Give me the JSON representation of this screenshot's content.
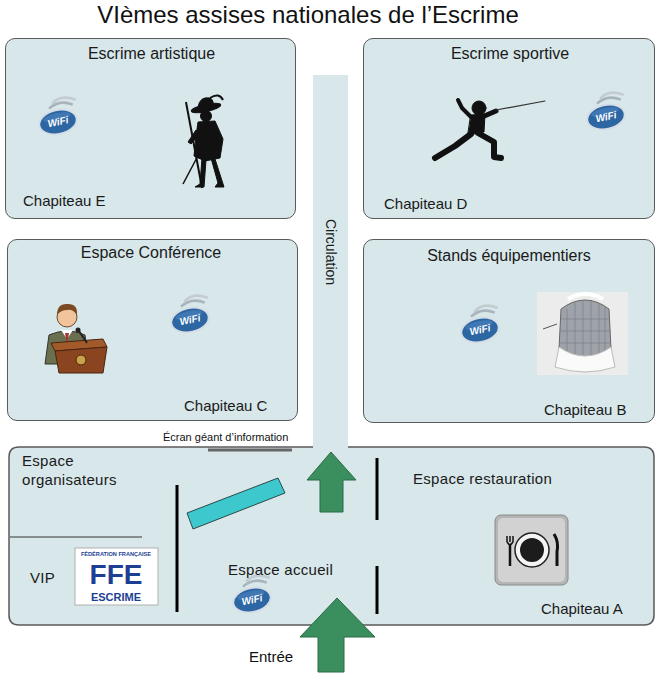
{
  "diagram": {
    "title": "VIèmes assises nationales de l’Escrime",
    "nodes": [
      {
        "text": [
          "Escrime artistique",
          "Chapiteau E"
        ]
      },
      {
        "text": [
          "Escrime sportive",
          "Chapiteau D"
        ]
      },
      {
        "text": [
          "Circulation"
        ]
      },
      {
        "text": [
          "Espace Conférence",
          "Chapiteau C"
        ]
      },
      {
        "text": [
          "Stands équipementiers",
          "Chapiteau B"
        ]
      },
      {
        "text": [
          "Chapiteau A"
        ]
      },
      {
        "text": [
          "Espace organisateurs"
        ],
        "in": 5
      },
      {
        "text": [
          "VIP"
        ],
        "in": 5
      },
      {
        "text": [
          "Espace accueil"
        ],
        "in": 5
      },
      {
        "text": [
          "Espace restauration"
        ],
        "in": 5
      }
    ],
    "labels": [
      "WiFi",
      "WiFi",
      "WiFi",
      "WiFi",
      "Écran géant d’information",
      "FÉDÉRATION FRANÇAISE",
      "FFE",
      "ESCRIME",
      "WiFi",
      "Entrée"
    ]
  }
}
